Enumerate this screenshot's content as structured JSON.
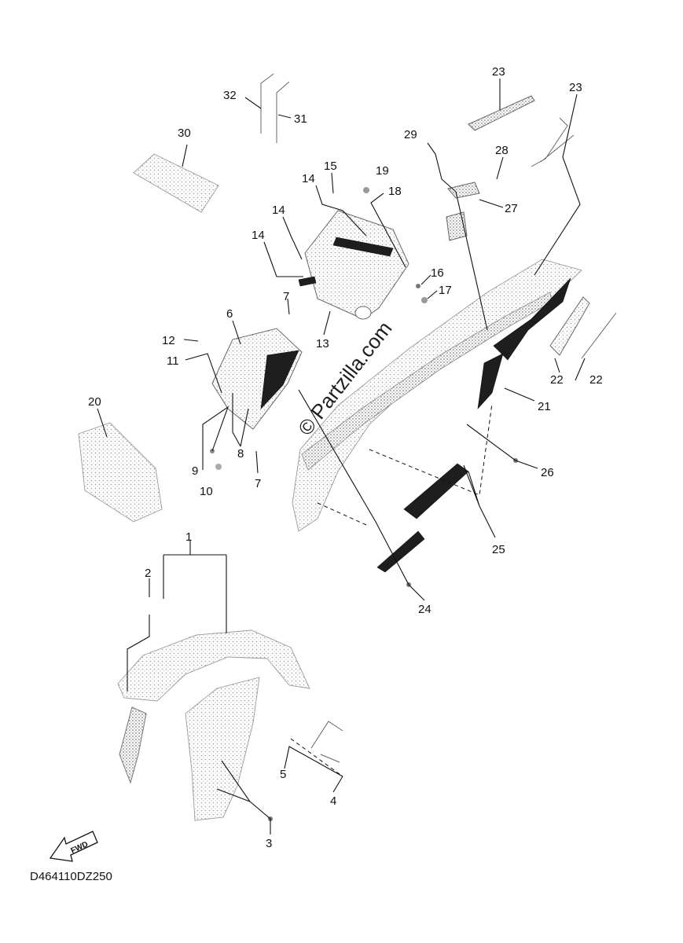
{
  "diagram": {
    "code": "D464110DZ250",
    "watermark": "© Partzilla.com",
    "fwd_label": "FWD",
    "callouts": [
      {
        "id": "c1",
        "text": "1"
      },
      {
        "id": "c2",
        "text": "2"
      },
      {
        "id": "c3",
        "text": "3"
      },
      {
        "id": "c4",
        "text": "4"
      },
      {
        "id": "c5",
        "text": "5"
      },
      {
        "id": "c6",
        "text": "6"
      },
      {
        "id": "c7a",
        "text": "7"
      },
      {
        "id": "c7b",
        "text": "7"
      },
      {
        "id": "c8",
        "text": "8"
      },
      {
        "id": "c9",
        "text": "9"
      },
      {
        "id": "c10",
        "text": "10"
      },
      {
        "id": "c11",
        "text": "11"
      },
      {
        "id": "c12",
        "text": "12"
      },
      {
        "id": "c13",
        "text": "13"
      },
      {
        "id": "c14a",
        "text": "14"
      },
      {
        "id": "c14b",
        "text": "14"
      },
      {
        "id": "c14c",
        "text": "14"
      },
      {
        "id": "c15",
        "text": "15"
      },
      {
        "id": "c16",
        "text": "16"
      },
      {
        "id": "c17",
        "text": "17"
      },
      {
        "id": "c18",
        "text": "18"
      },
      {
        "id": "c19",
        "text": "19"
      },
      {
        "id": "c20",
        "text": "20"
      },
      {
        "id": "c21",
        "text": "21"
      },
      {
        "id": "c22a",
        "text": "22"
      },
      {
        "id": "c22b",
        "text": "22"
      },
      {
        "id": "c23a",
        "text": "23"
      },
      {
        "id": "c23b",
        "text": "23"
      },
      {
        "id": "c24",
        "text": "24"
      },
      {
        "id": "c25",
        "text": "25"
      },
      {
        "id": "c26",
        "text": "26"
      },
      {
        "id": "c27",
        "text": "27"
      },
      {
        "id": "c28",
        "text": "28"
      },
      {
        "id": "c29",
        "text": "29"
      },
      {
        "id": "c30",
        "text": "30"
      },
      {
        "id": "c31",
        "text": "31"
      },
      {
        "id": "c32",
        "text": "32"
      }
    ]
  }
}
